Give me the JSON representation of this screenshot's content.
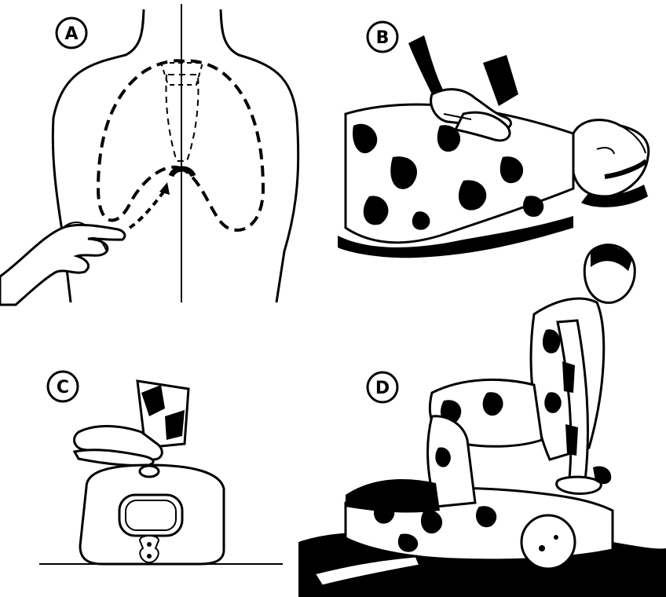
{
  "panels": [
    {
      "id": "a",
      "label": "A"
    },
    {
      "id": "b",
      "label": "B"
    },
    {
      "id": "c",
      "label": "C"
    },
    {
      "id": "d",
      "label": "D"
    }
  ],
  "colors": {
    "ink": "#000000",
    "paper": "#ffffff",
    "camo_fill": "#000000"
  },
  "icons": [
    "torso-outline-icon",
    "hand-icon",
    "soldier-icon",
    "spine-cross-section-icon"
  ]
}
